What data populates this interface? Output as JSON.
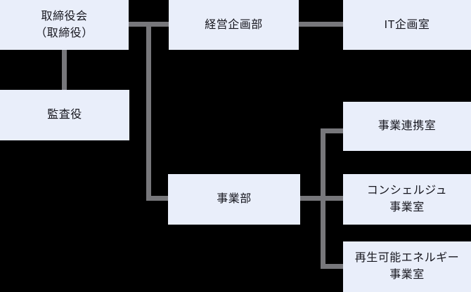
{
  "diagram": {
    "kind": "organization-chart",
    "colors": {
      "background": "#000000",
      "box_fill": "#e9eefa",
      "connector": "#77777b",
      "text": "#16161e"
    },
    "nodes": {
      "board": {
        "label": "取締役会\n（取締役）"
      },
      "auditor": {
        "label": "監査役"
      },
      "planning": {
        "label": "経営企画部"
      },
      "it": {
        "label": "IT企画室"
      },
      "business": {
        "label": "事業部"
      },
      "alliance": {
        "label": "事業連携室"
      },
      "concierge": {
        "label": "コンシェルジュ\n事業室"
      },
      "renewable": {
        "label": "再生可能エネルギー\n事業室"
      }
    },
    "edges": [
      {
        "from": "board",
        "to": "auditor"
      },
      {
        "from": "board",
        "to": "planning"
      },
      {
        "from": "board",
        "to": "business"
      },
      {
        "from": "planning",
        "to": "it"
      },
      {
        "from": "business",
        "to": "alliance"
      },
      {
        "from": "business",
        "to": "concierge"
      },
      {
        "from": "business",
        "to": "renewable"
      }
    ]
  }
}
